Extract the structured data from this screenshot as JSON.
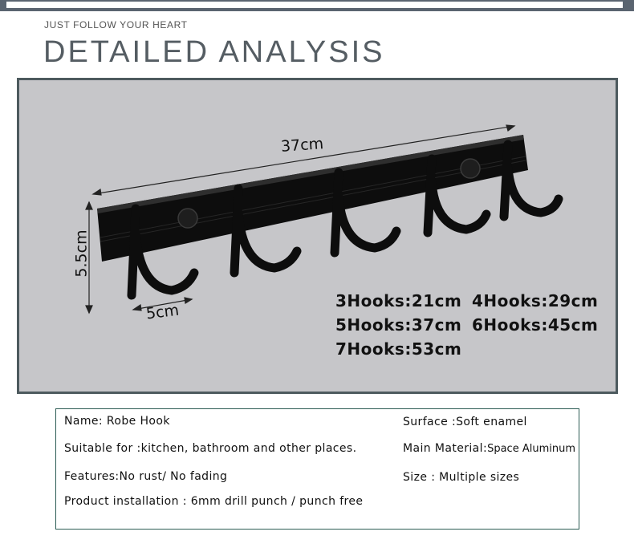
{
  "header": {
    "tagline": "JUST FOLLOW YOUR HEART",
    "title": "DETAILED ANALYSIS"
  },
  "photo": {
    "dimension_width": "37cm",
    "dimension_height": "5.5cm",
    "dimension_depth": "5cm",
    "size_options": [
      "3Hooks:21cm",
      "4Hooks:29cm",
      "5Hooks:37cm",
      "6Hooks:45cm",
      "7Hooks:53cm"
    ]
  },
  "specs": {
    "name": "Name:  Robe Hook",
    "suitable": "Suitable for :kitchen, bathroom and other places.",
    "features": "Features:No rust/ No fading",
    "installation": "Product installation : 6mm drill  punch / punch free",
    "surface": "Surface :Soft enamel",
    "material_label": "Main Material:",
    "material_value": "Space Aluminum",
    "size": "Size : Multiple sizes"
  },
  "colors": {
    "frame_border": "#4d5a5e",
    "photo_background": "#c6c6c9",
    "product": "#0d0d0d",
    "spec_border": "#2c5c54"
  }
}
